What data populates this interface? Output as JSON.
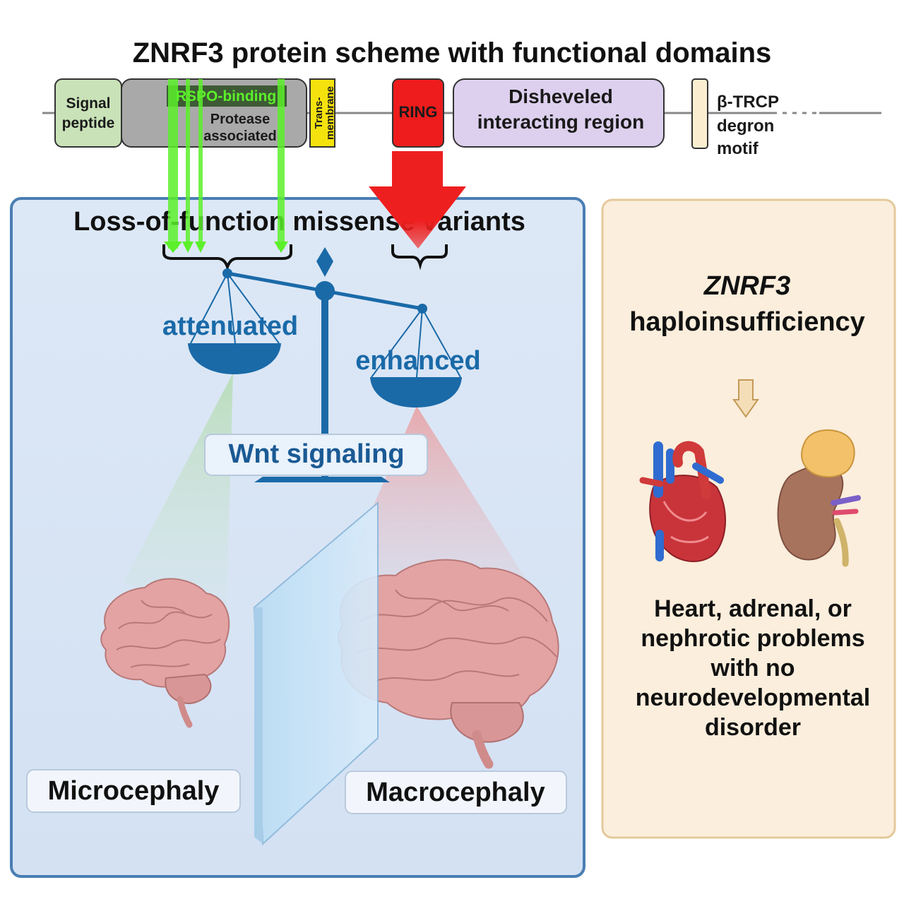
{
  "title": "ZNRF3 protein scheme with functional domains",
  "domains": {
    "signal_line1": "Signal",
    "signal_line2": "peptide",
    "rspo_binding": "RSPO-binding",
    "protease_line1": "Protease",
    "protease_line2": "associated",
    "transmembrane_line1": "Trans-",
    "transmembrane_line2": "membrane",
    "ring": "RING",
    "dvl_line1": "Disheveled",
    "dvl_line2": "interacting region",
    "btrcp_line1": "β-TRCP",
    "btrcp_line2": "degron",
    "btrcp_line3": "motif"
  },
  "left_panel": {
    "heading": "Loss-of-function missense variants",
    "attenuated": "attenuated",
    "enhanced": "enhanced",
    "wnt": "Wnt signaling",
    "microcephaly": "Microcephaly",
    "macrocephaly": "Macrocephaly"
  },
  "right_panel": {
    "gene": "ZNRF3",
    "condition": "haploinsufficiency",
    "outcome_line1": "Heart, adrenal, or",
    "outcome_line2": "nephrotic problems",
    "outcome_line3": "with no",
    "outcome_line4": "neurodevelopmental",
    "outcome_line5": "disorder"
  },
  "colors": {
    "scale_blue": "#1a6aa8",
    "variant_green": "#5cf02a",
    "ring_red": "#e81e1e",
    "left_panel_bg": "#d9e6f6",
    "right_panel_bg": "#fbeedc"
  }
}
